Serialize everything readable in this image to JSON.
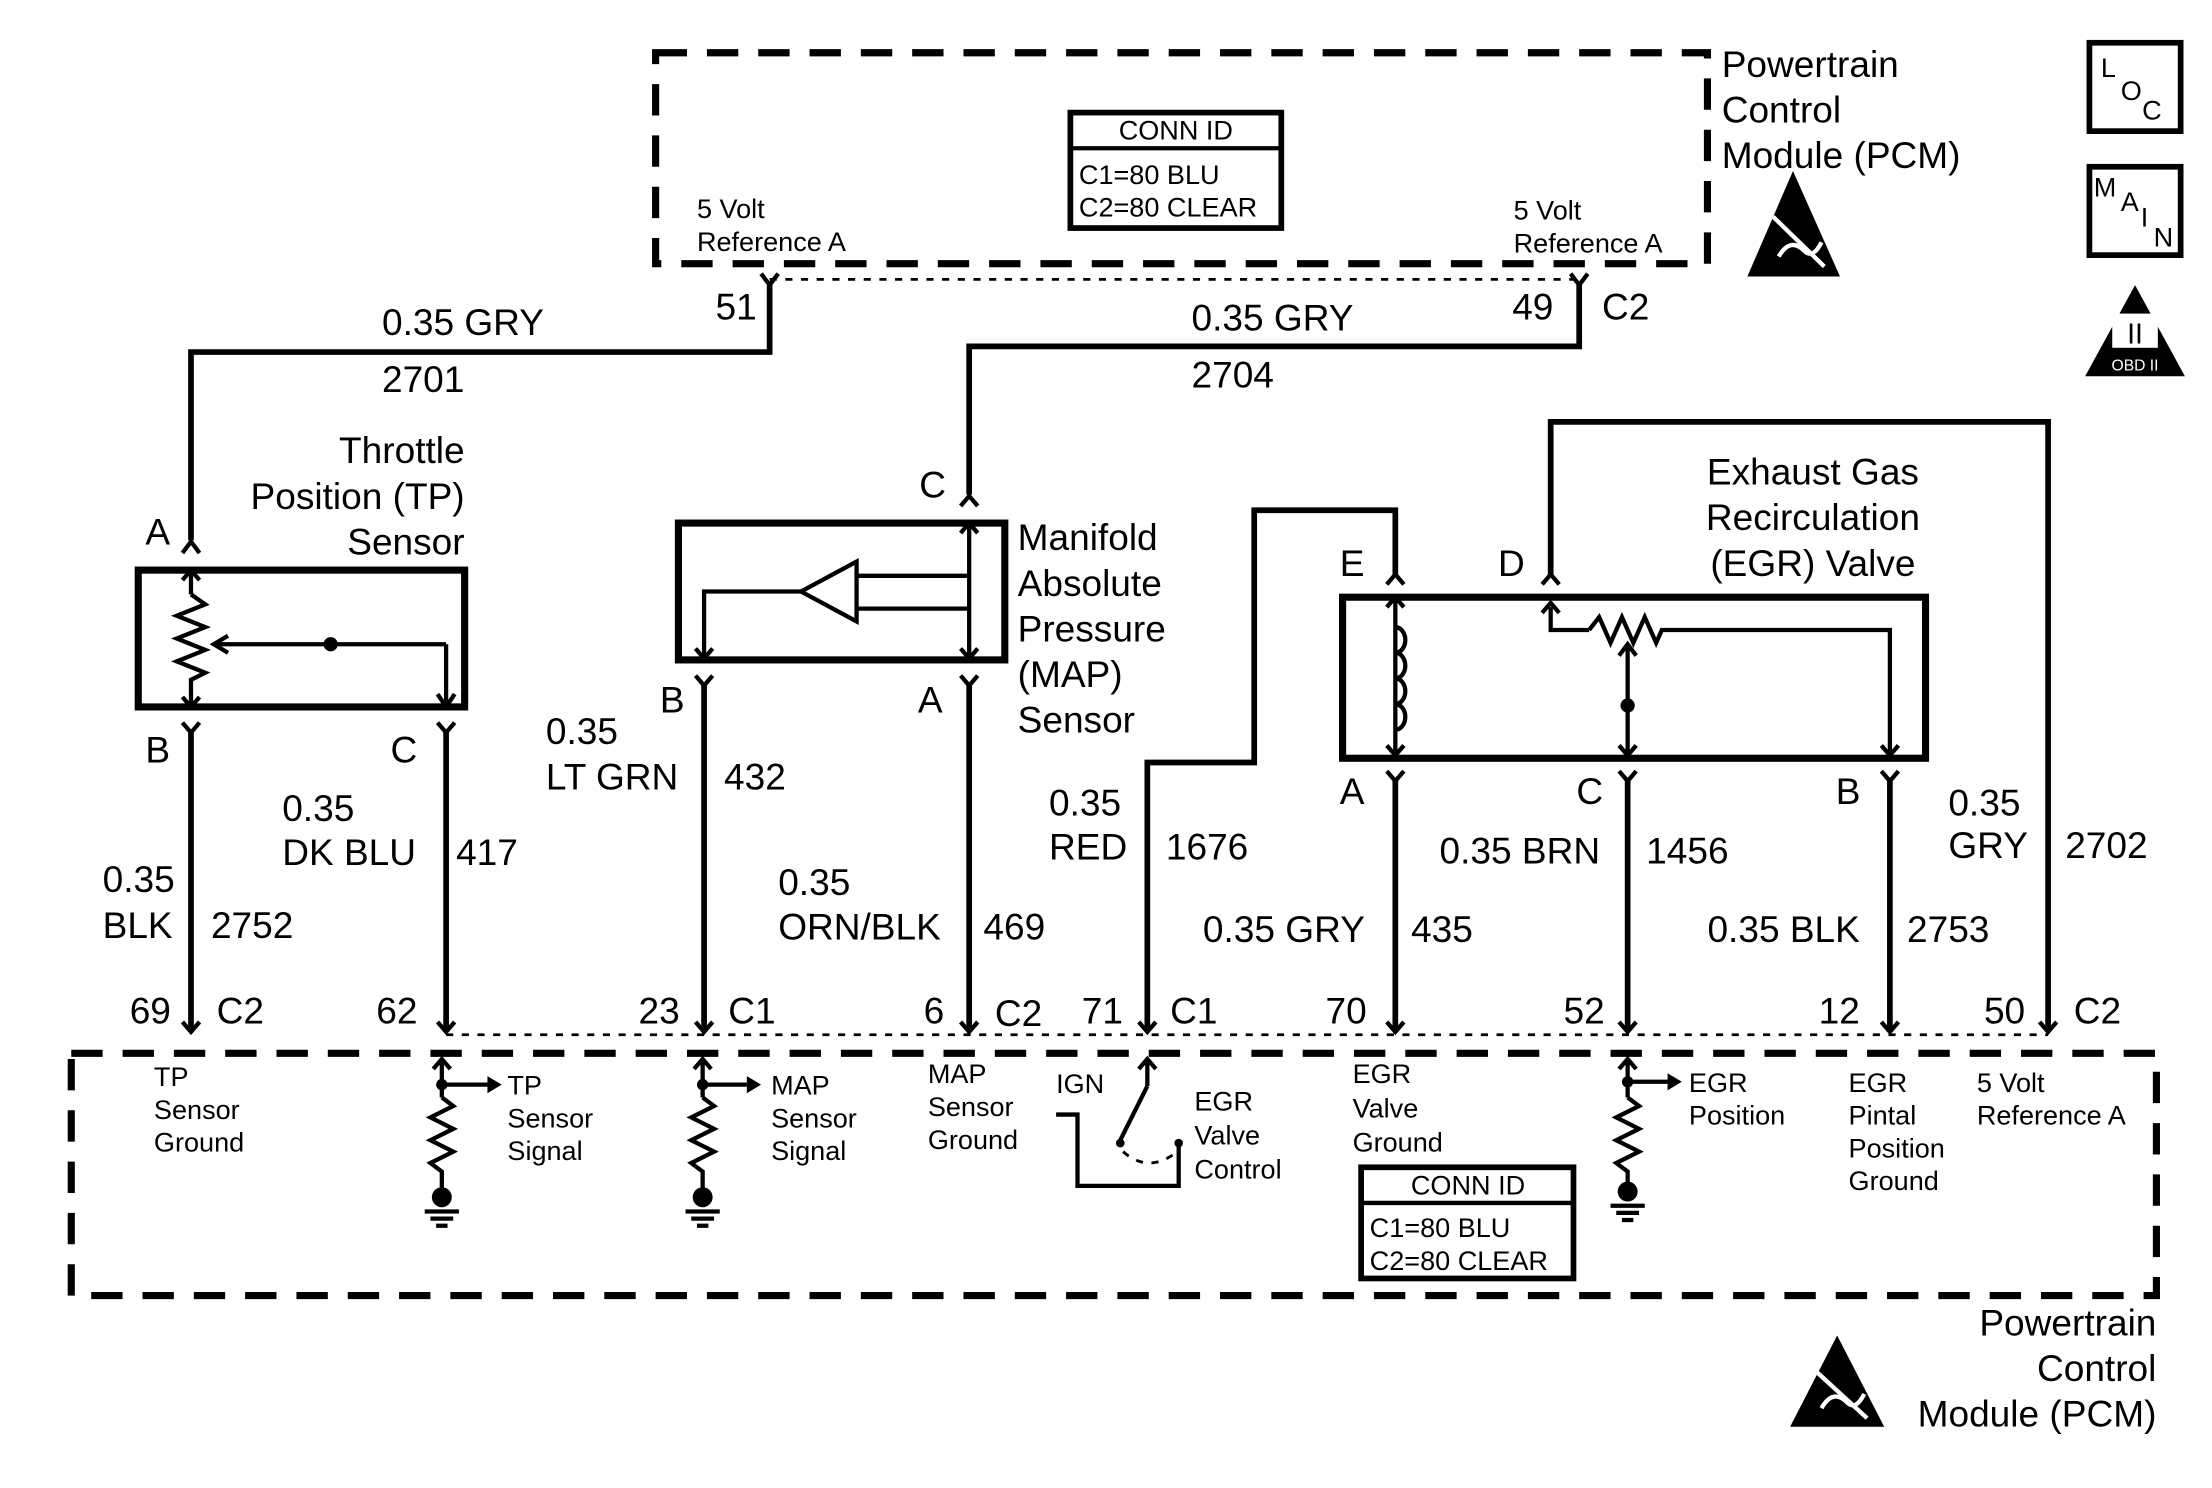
{
  "pcm_top": {
    "title_lines": [
      "Powertrain",
      "Control",
      "Module (PCM)"
    ],
    "conn_id_title": "CONN ID",
    "conn_id_lines": [
      "C1=80 BLU",
      "C2=80 CLEAR"
    ],
    "pin_left_label": [
      "5 Volt",
      "Reference A"
    ],
    "pin_right_label": [
      "5 Volt",
      "Reference A"
    ],
    "pin_left_number": "51",
    "pin_right_number": "49",
    "pin_right_connector": "C2"
  },
  "icons": {
    "loc": [
      "L",
      "O",
      "C"
    ],
    "main": [
      "M",
      "A",
      "I",
      "N"
    ],
    "obd_numeral": "II",
    "obd_text": "OBD II"
  },
  "wires_top": {
    "w2701": {
      "gauge": "0.35 GRY",
      "circuit": "2701"
    },
    "w2704": {
      "gauge": "0.35 GRY",
      "circuit": "2704"
    }
  },
  "tp_sensor": {
    "name_lines": [
      "Throttle",
      "Position (TP)",
      "Sensor"
    ],
    "pin_a": "A",
    "pin_b": "B",
    "pin_c": "C"
  },
  "map_sensor": {
    "name_lines": [
      "Manifold",
      "Absolute",
      "Pressure",
      "(MAP)",
      "Sensor"
    ],
    "pin_a": "A",
    "pin_b": "B",
    "pin_c": "C"
  },
  "egr_valve": {
    "name_lines": [
      "Exhaust Gas",
      "Recirculation",
      "(EGR) Valve"
    ],
    "pin_a": "A",
    "pin_b": "B",
    "pin_c": "C",
    "pin_d": "D",
    "pin_e": "E"
  },
  "wires_bottom": {
    "w2752": {
      "gauge_lines": [
        "0.35",
        "BLK"
      ],
      "circuit": "2752"
    },
    "w417": {
      "gauge_lines": [
        "0.35",
        "DK BLU"
      ],
      "circuit": "417"
    },
    "w432": {
      "gauge_lines": [
        "0.35",
        "LT GRN"
      ],
      "circuit": "432"
    },
    "w469": {
      "gauge_lines": [
        "0.35",
        "ORN/BLK"
      ],
      "circuit": "469"
    },
    "w1676": {
      "gauge_lines": [
        "0.35",
        "RED"
      ],
      "circuit": "1676"
    },
    "w435": {
      "gauge": "0.35 GRY",
      "circuit": "435"
    },
    "w1456": {
      "gauge": "0.35 BRN",
      "circuit": "1456"
    },
    "w2753": {
      "gauge": "0.35 BLK",
      "circuit": "2753"
    },
    "w2702": {
      "gauge_lines": [
        "0.35",
        "GRY"
      ],
      "circuit": "2702"
    }
  },
  "pcm_bottom_pins": [
    {
      "number": "69",
      "connector": "C2"
    },
    {
      "number": "62",
      "connector": ""
    },
    {
      "number": "23",
      "connector": "C1"
    },
    {
      "number": "6",
      "connector": "C2"
    },
    {
      "number": "71",
      "connector": "C1"
    },
    {
      "number": "70",
      "connector": ""
    },
    {
      "number": "52",
      "connector": ""
    },
    {
      "number": "12",
      "connector": ""
    },
    {
      "number": "50",
      "connector": "C2"
    }
  ],
  "pcm_bottom_labels": {
    "tp_ground": [
      "TP",
      "Sensor",
      "Ground"
    ],
    "tp_signal": [
      "TP",
      "Sensor",
      "Signal"
    ],
    "map_signal": [
      "MAP",
      "Sensor",
      "Signal"
    ],
    "map_ground": [
      "MAP",
      "Sensor",
      "Ground"
    ],
    "ign": "IGN",
    "egr_control": [
      "EGR",
      "Valve",
      "Control"
    ],
    "egr_ground": [
      "EGR",
      "Valve",
      "Ground"
    ],
    "egr_position": [
      "EGR",
      "Position"
    ],
    "egr_pintal_ground": [
      "EGR",
      "Pintal",
      "Position",
      "Ground"
    ],
    "ref_a": [
      "5 Volt",
      "Reference A"
    ]
  },
  "pcm_bottom": {
    "conn_id_title": "CONN ID",
    "conn_id_lines": [
      "C1=80 BLU",
      "C2=80 CLEAR"
    ],
    "title_lines": [
      "Powertrain",
      "Control",
      "Module (PCM)"
    ]
  }
}
